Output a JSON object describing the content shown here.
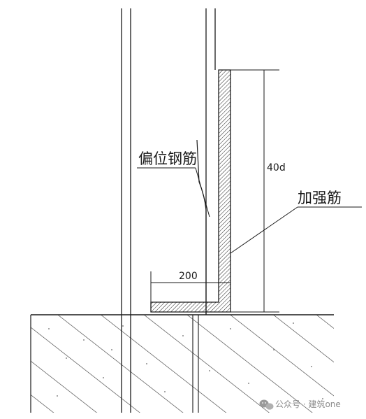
{
  "labels": {
    "offset_rebar": "偏位钢筋",
    "reinforcing_bar": "加强筋",
    "height_dim": "40d",
    "width_dim": "200"
  },
  "watermark": {
    "text": "公众号 · 建筑one",
    "icon": "wechat-icon"
  },
  "colors": {
    "line": "#1a1a1a",
    "hatch": "#333333",
    "background": "#ffffff",
    "watermark": "#8a8a8a"
  }
}
